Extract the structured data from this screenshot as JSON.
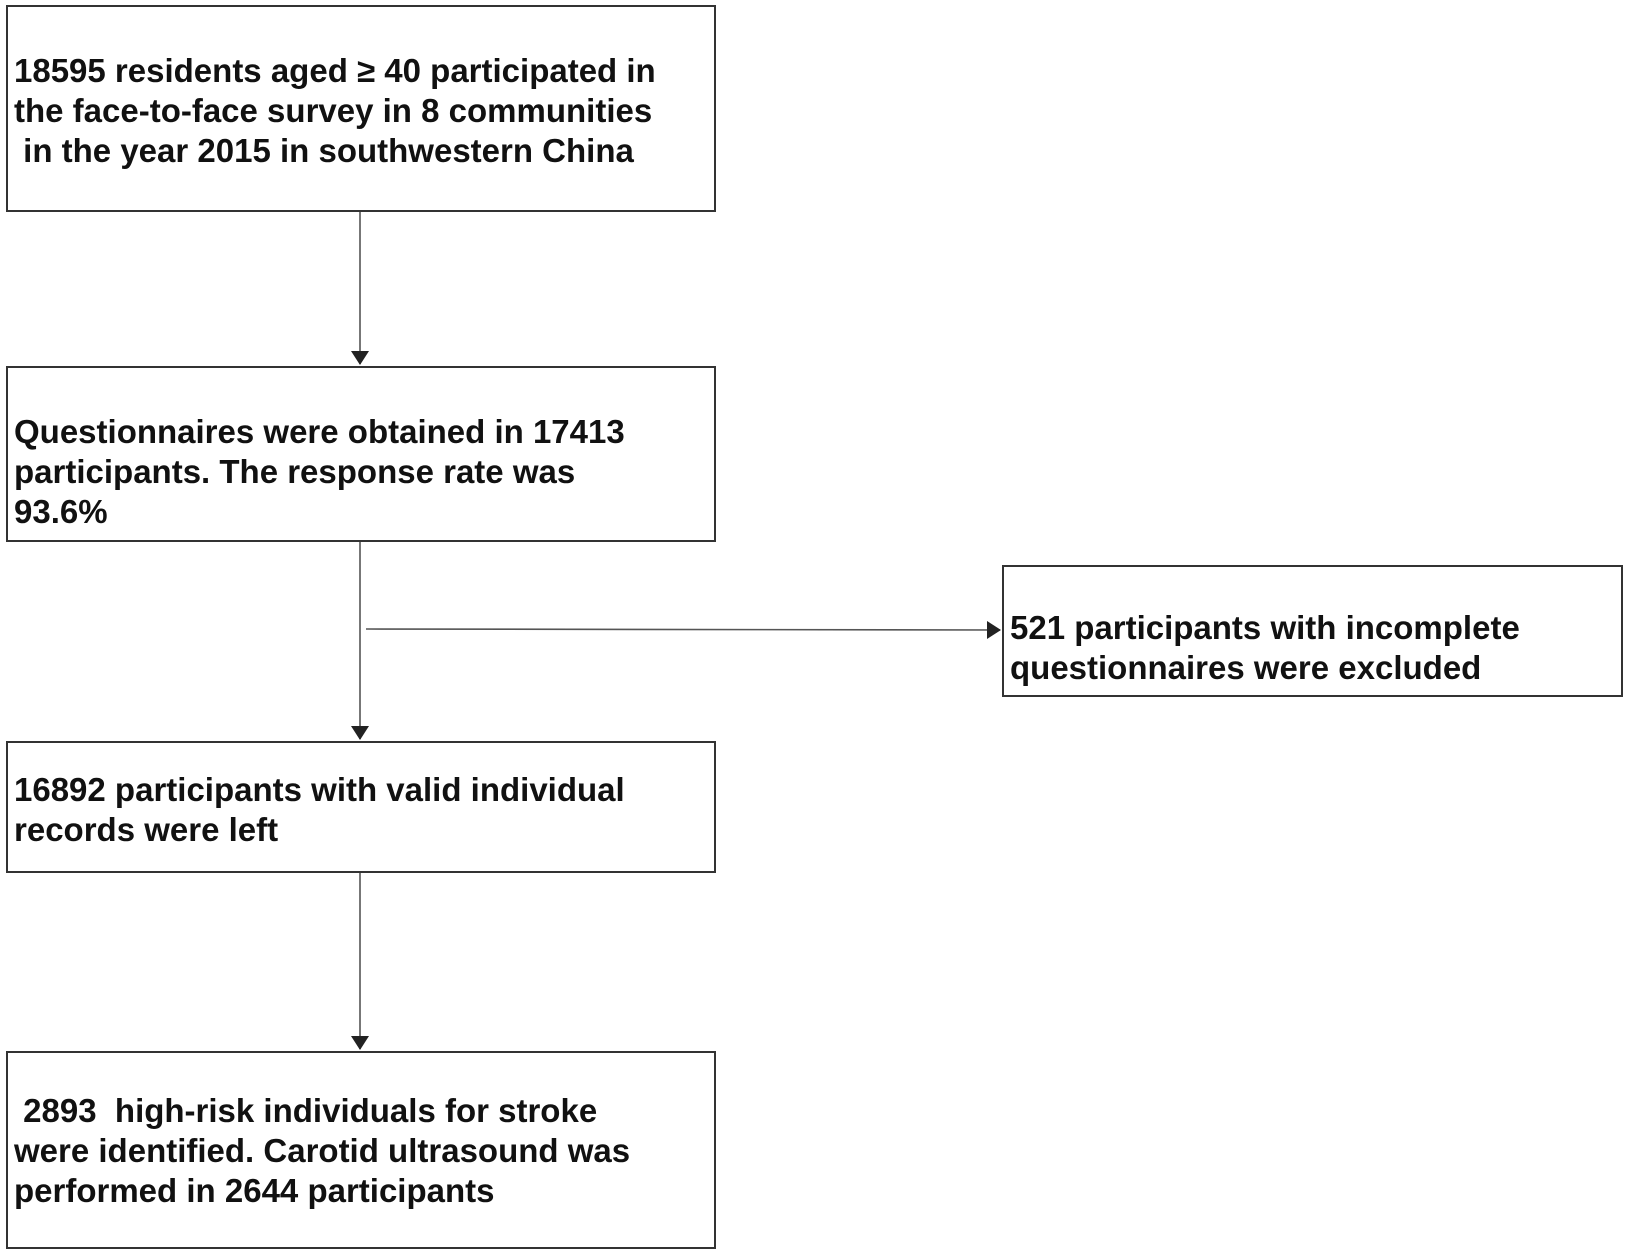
{
  "flowchart": {
    "boxes": [
      {
        "id": "screening-population",
        "lines": [
          "18595 residents aged ≥ 40 participated in",
          "the face-to-face survey in 8 communities",
          " in the year 2015 in southwestern China"
        ]
      },
      {
        "id": "questionnaires-obtained",
        "lines": [
          "Questionnaires were obtained in 17413",
          "participants. The response rate was",
          "93.6%"
        ]
      },
      {
        "id": "excluded-incomplete",
        "lines": [
          "521 participants with incomplete",
          "questionnaires were excluded"
        ]
      },
      {
        "id": "valid-records",
        "lines": [
          "16892 participants with valid individual",
          "records were left"
        ]
      },
      {
        "id": "high-risk-ultrasound",
        "lines": [
          " 2893  high-risk individuals for stroke",
          "were identified. Carotid ultrasound was",
          "performed in 2644 participants"
        ]
      }
    ],
    "line_color": "#555555",
    "box_border_color": "#333333"
  }
}
